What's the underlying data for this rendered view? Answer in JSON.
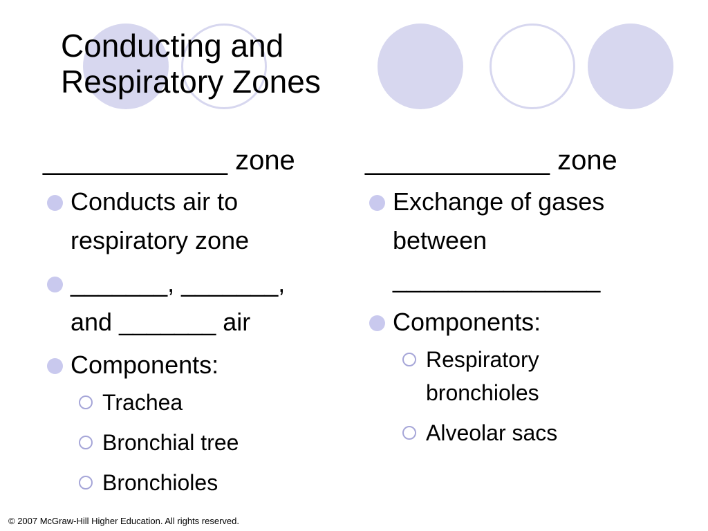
{
  "slide": {
    "title_line1": "Conducting and",
    "title_line2": "Respiratory Zones",
    "footer": "© 2007 McGraw-Hill Higher Education. All rights reserved."
  },
  "left": {
    "heading": "____________ zone",
    "bullets": [
      {
        "line1": "Conducts air to",
        "line2": "respiratory zone"
      },
      {
        "line1": "_______, _______,",
        "line2": "and _______ air"
      },
      {
        "line1": "Components:"
      }
    ],
    "components": [
      "Trachea",
      "Bronchial tree",
      "Bronchioles"
    ]
  },
  "right": {
    "heading": "____________ zone",
    "bullets": [
      {
        "line1": "Exchange of gases",
        "line2": "between",
        "line3": "_______________"
      },
      {
        "line1": "Components:"
      }
    ],
    "components": [
      {
        "line1": "Respiratory",
        "line2": "bronchioles"
      },
      {
        "line1": "Alveolar sacs"
      }
    ]
  },
  "decoration": {
    "circle_fill": "#d7d7ef",
    "bullet_fill": "#c9c9ee",
    "ring_stroke": "#a6a6d8"
  }
}
